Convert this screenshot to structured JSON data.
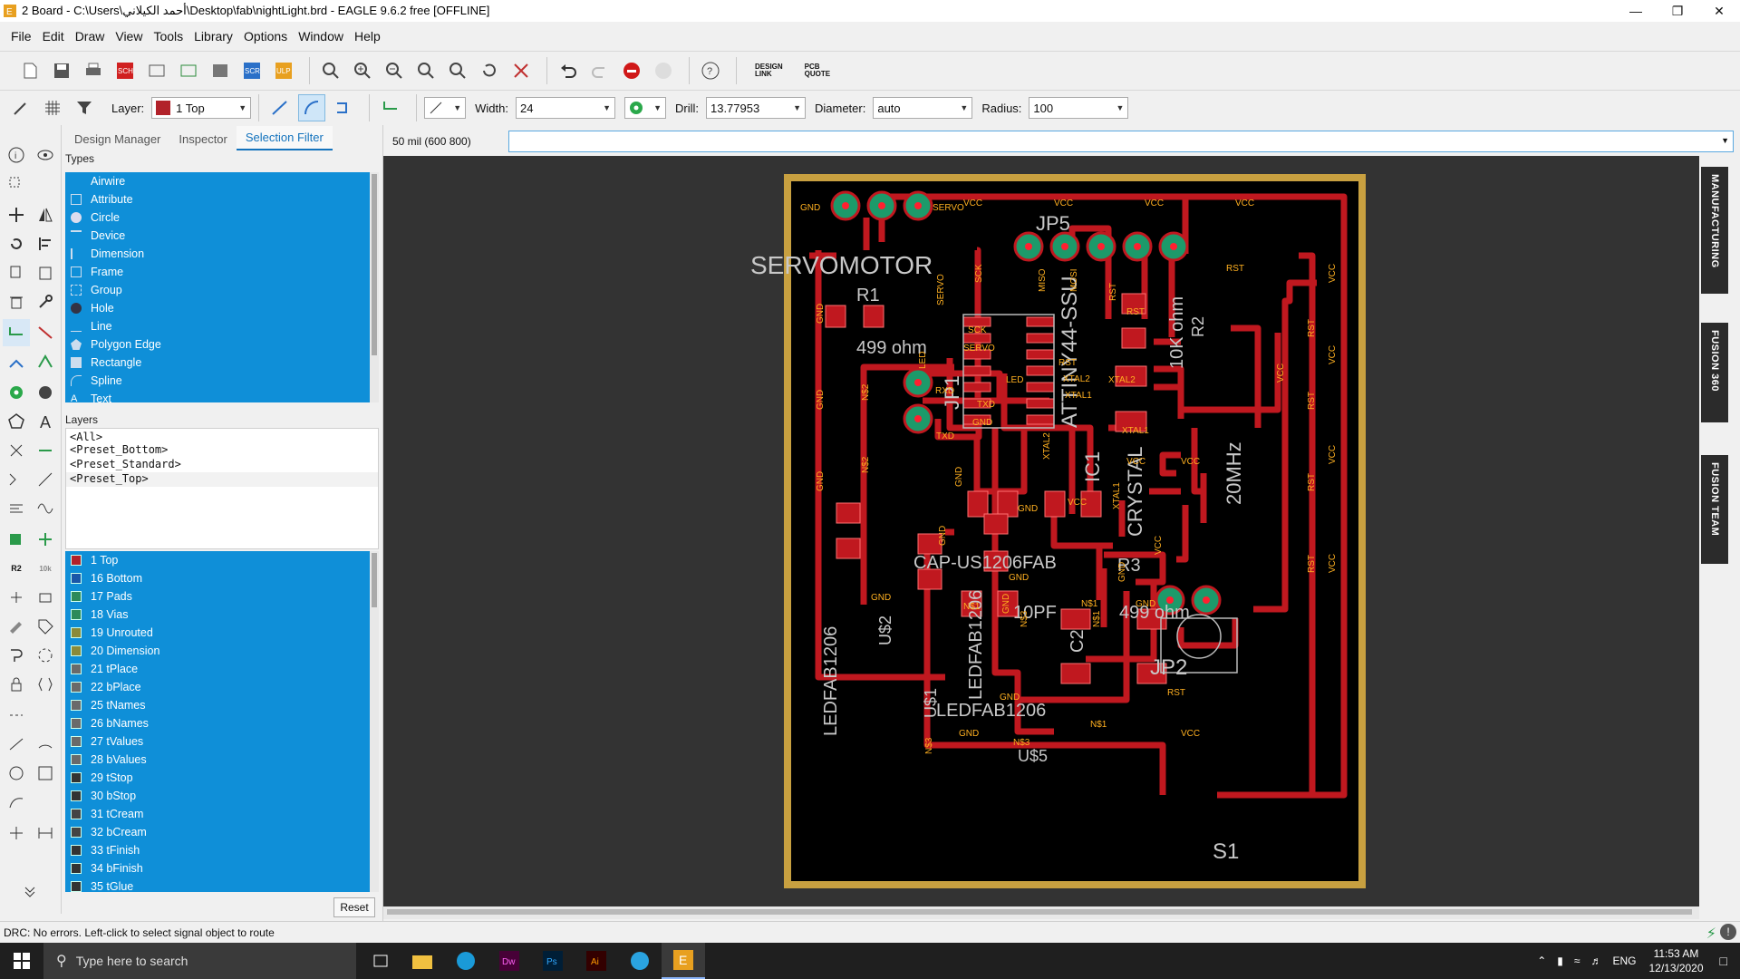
{
  "window": {
    "title": "2 Board - C:\\Users\\أحمد الكيلاني\\Desktop\\fab\\nightLight.brd - EAGLE 9.6.2 free [OFFLINE]"
  },
  "menu": [
    "File",
    "Edit",
    "Draw",
    "View",
    "Tools",
    "Library",
    "Options",
    "Window",
    "Help"
  ],
  "toolbar1": {
    "design_link": "DESIGN\nLINK",
    "pcb_quote": "PCB\nQUOTE"
  },
  "toolbar2": {
    "layer_label": "Layer:",
    "layer_value": "1 Top",
    "width_label": "Width:",
    "width_value": "24",
    "drill_label": "Drill:",
    "drill_value": "13.77953",
    "diameter_label": "Diameter:",
    "diameter_value": "auto",
    "radius_label": "Radius:",
    "radius_value": "100"
  },
  "panel": {
    "tabs": [
      "Design Manager",
      "Inspector",
      "Selection Filter"
    ],
    "types_header": "Types",
    "types": [
      "Airwire",
      "Attribute",
      "Circle",
      "Device",
      "Dimension",
      "Frame",
      "Group",
      "Hole",
      "Line",
      "Polygon Edge",
      "Rectangle",
      "Spline",
      "Text"
    ],
    "layers_header": "Layers",
    "presets": [
      "<All>",
      "<Preset_Bottom>",
      "<Preset_Standard>",
      "<Preset_Top>"
    ],
    "layer_list": [
      {
        "name": "1 Top",
        "color": "#b2222a"
      },
      {
        "name": "16 Bottom",
        "color": "#1a56a8"
      },
      {
        "name": "17 Pads",
        "color": "#2c8a5a"
      },
      {
        "name": "18 Vias",
        "color": "#2c8a5a"
      },
      {
        "name": "19 Unrouted",
        "color": "#8a8a3a"
      },
      {
        "name": "20 Dimension",
        "color": "#8a8a3a"
      },
      {
        "name": "21 tPlace",
        "color": "#6a6a6a"
      },
      {
        "name": "22 bPlace",
        "color": "#6a6a6a"
      },
      {
        "name": "25 tNames",
        "color": "#6a6a6a"
      },
      {
        "name": "26 bNames",
        "color": "#6a6a6a"
      },
      {
        "name": "27 tValues",
        "color": "#6a6a6a"
      },
      {
        "name": "28 bValues",
        "color": "#6a6a6a"
      },
      {
        "name": "29 tStop",
        "color": "#333"
      },
      {
        "name": "30 bStop",
        "color": "#333"
      },
      {
        "name": "31 tCream",
        "color": "#444"
      },
      {
        "name": "32 bCream",
        "color": "#444"
      },
      {
        "name": "33 tFinish",
        "color": "#333"
      },
      {
        "name": "34 bFinish",
        "color": "#333"
      },
      {
        "name": "35 tGlue",
        "color": "#333"
      }
    ],
    "reset_label": "Reset"
  },
  "coords": "50 mil (600 800)",
  "dock": {
    "manufacturing": "MANUFACTURING",
    "fusion360": "FUSION 360",
    "fusionteam": "FUSION TEAM"
  },
  "board": {
    "labels": {
      "servomotor": "SERVOMOTOR",
      "r1": "R1",
      "r1v": "499 ohm",
      "jp5": "JP5",
      "attiny": "ATTINY44-SSU",
      "ic1": "IC1",
      "r2": "R2",
      "r2v": "10K ohm",
      "crystal": "CRYSTAL",
      "xtal": "20MHz",
      "jp1": "JP1",
      "cap": "CAP-US1206FAB",
      "r3": "R3",
      "r3v": "499 ohm",
      "c1v": "10PF",
      "c2": "C2",
      "jp2": "JP2",
      "u2": "U$2",
      "led1": "LEDFAB1206",
      "u1": "U$1",
      "led2": "LEDFAB1206",
      "led3": "LEDFAB1206",
      "u5": "U$5",
      "s1": "S1"
    },
    "nets": {
      "vcc": "VCC",
      "gnd": "GND",
      "rst": "RST",
      "servo": "SERVO",
      "sck": "SCK",
      "miso": "MISO",
      "mosi": "MOSI",
      "led": "LED",
      "rxd": "RXD",
      "txd": "TXD",
      "xtal1": "XTAL1",
      "xtal2": "XTAL2",
      "n1": "N$1",
      "n2": "N$2",
      "n3": "N$3"
    }
  },
  "status": "DRC: No errors. Left-click to select signal object to route",
  "taskbar": {
    "search_placeholder": "Type here to search",
    "time": "11:53 AM",
    "date": "12/13/2020",
    "lang": "ENG"
  }
}
